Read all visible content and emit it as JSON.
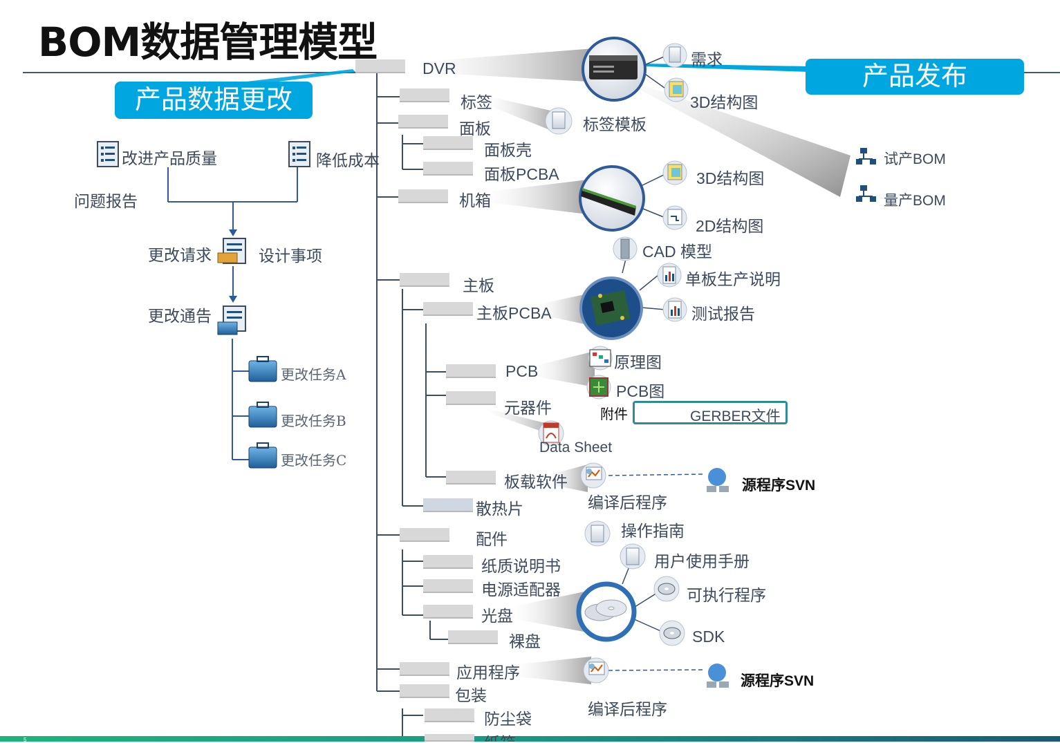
{
  "title": "BOM数据管理模型",
  "banners": {
    "change": "产品数据更改",
    "release": "产品发布"
  },
  "change_flow": {
    "improve_quality": "改进产品质量",
    "reduce_cost": "降低成本",
    "problem_report": "问题报告",
    "change_request": "更改请求",
    "design_item": "设计事项",
    "change_notice": "更改通告",
    "tasks": [
      "更改任务A",
      "更改任务B",
      "更改任务C"
    ]
  },
  "tree": {
    "root": "DVR",
    "label": "标签",
    "panel": "面板",
    "panel_shell": "面板壳",
    "panel_pcba": "面板PCBA",
    "chassis": "机箱",
    "mainboard": "主板",
    "mainboard_pcba": "主板PCBA",
    "pcb": "PCB",
    "components": "元器件",
    "onboard_software": "板载软件",
    "heatsink": "散热片",
    "accessories": "配件",
    "paper_manual": "纸质说明书",
    "power_adapter": "电源适配器",
    "disc": "光盘",
    "bare_disc": "裸盘",
    "application": "应用程序",
    "packaging": "包装",
    "dust_bag": "防尘袋",
    "carton": "纸箱"
  },
  "documents": {
    "requirement": "需求",
    "dvr_3d": "3D结构图",
    "trial_bom": "试产BOM",
    "mass_bom": "量产BOM",
    "label_template": "标签模板",
    "chassis_3d": "3D结构图",
    "chassis_2d": "2D结构图",
    "cad_model": "CAD 模型",
    "board_instructions": "单板生产说明",
    "test_report": "测试报告",
    "schematic": "原理图",
    "pcb_drawing": "PCB图",
    "attachment": "附件",
    "gerber": "GERBER文件",
    "datasheet": "Data Sheet",
    "compiled_program": "编译后程序",
    "svn": "源程序SVN",
    "operation_guide": "操作指南",
    "user_manual": "用户使用手册",
    "executable": "可执行程序",
    "sdk": "SDK",
    "compiled_program_2": "编译后程序",
    "svn_2": "源程序SVN"
  },
  "footer": {
    "page_number": "5"
  },
  "colors": {
    "banner": "#00a6e0",
    "tree_line": "#3a4d63",
    "bubble_ring": "#2f5a9a",
    "gerber_box": "#2f8a9c",
    "footer_green": "#1db37a",
    "footer_dark": "#1a5a78"
  }
}
